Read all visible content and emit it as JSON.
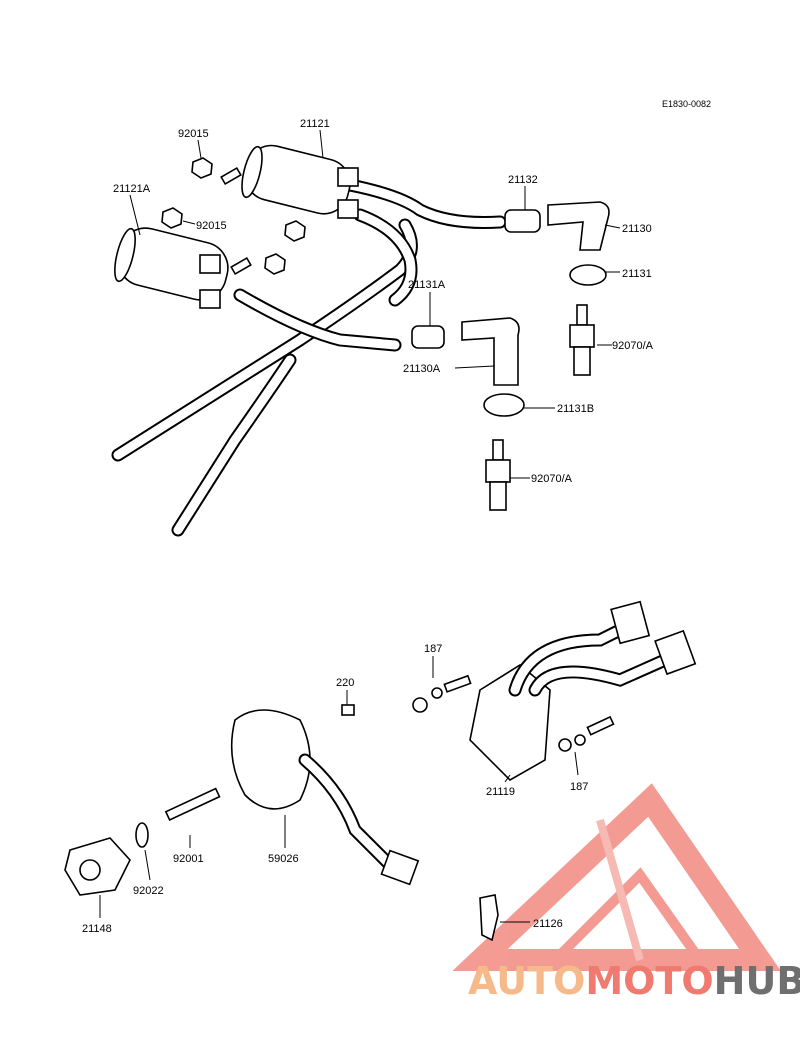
{
  "diagram": {
    "reference_code": "E1830-0082",
    "parts": [
      {
        "id": "92015_top",
        "label": "92015"
      },
      {
        "id": "21121",
        "label": "21121"
      },
      {
        "id": "21121A",
        "label": "21121A"
      },
      {
        "id": "92015_mid",
        "label": "92015"
      },
      {
        "id": "21132",
        "label": "21132"
      },
      {
        "id": "21130",
        "label": "21130"
      },
      {
        "id": "21131",
        "label": "21131"
      },
      {
        "id": "21131A",
        "label": "21131A"
      },
      {
        "id": "21130A",
        "label": "21130A"
      },
      {
        "id": "92070_top",
        "label": "92070/A"
      },
      {
        "id": "21131B",
        "label": "21131B"
      },
      {
        "id": "92070_bot",
        "label": "92070/A"
      },
      {
        "id": "187_top",
        "label": "187"
      },
      {
        "id": "220",
        "label": "220"
      },
      {
        "id": "21119",
        "label": "21119"
      },
      {
        "id": "187_right",
        "label": "187"
      },
      {
        "id": "92001",
        "label": "92001"
      },
      {
        "id": "59026",
        "label": "59026"
      },
      {
        "id": "92022",
        "label": "92022"
      },
      {
        "id": "21148",
        "label": "21148"
      },
      {
        "id": "21126",
        "label": "21126"
      }
    ]
  },
  "watermark": {
    "part1": "AUTO",
    "part2": "MOTO",
    "part3": "HUB",
    "color_light": "#f5b98a",
    "color_accent": "#f07a70",
    "color_dark": "#6f6f6f"
  }
}
